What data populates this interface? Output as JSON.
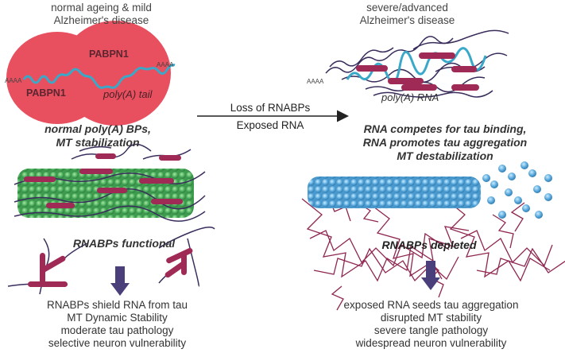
{
  "left": {
    "header": [
      "normal ageing & mild",
      "Alzheimer's disease"
    ],
    "pabpn_top": "PABPN1",
    "pabpn_bottom": "PABPN1",
    "tail": "poly(A) tail",
    "aaaa_left": "AAAA",
    "aaaa_right": "AAAA",
    "caption": [
      "normal poly(A) BPs,",
      "MT stabilization"
    ],
    "rnabps": "RNABPs functional",
    "outcomes": [
      "RNABPs shield RNA from tau",
      "MT Dynamic Stability",
      "moderate tau pathology",
      "selective neuron vulnerability"
    ]
  },
  "middle": {
    "arrow_top": "Loss of RNABPs",
    "arrow_bottom": "Exposed RNA"
  },
  "right": {
    "header": [
      "severe/advanced",
      "Alzheimer's disease"
    ],
    "aaaa": "AAAA",
    "rna_label": "poly(A) RNA",
    "caption": [
      "RNA  competes for tau binding,",
      "RNA promotes tau aggregation",
      "MT destabilization"
    ],
    "rnabps": "RNABPs depleted",
    "outcomes": [
      "exposed RNA seeds tau aggregation",
      "disrupted MT stability",
      "severe tangle pathology",
      "widespread neuron vulnerability"
    ]
  },
  "colors": {
    "blob": "#e8505f",
    "rna": "#3aa8c8",
    "tau": "#9e2a55",
    "strand": "#3a2d5c",
    "mt_green": "#4caf5f",
    "mt_blue": "#58a8d8",
    "arrow_down": "#4a3f7a"
  }
}
